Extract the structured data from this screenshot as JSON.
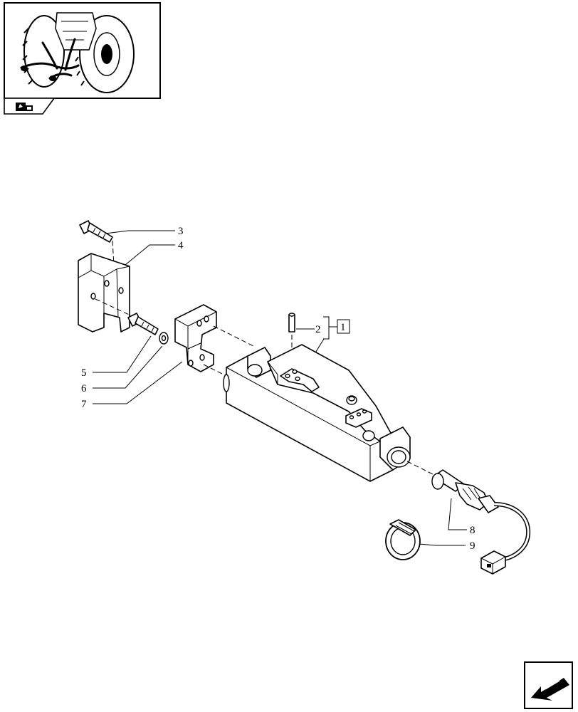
{
  "icons": {
    "thumbnail": "tractor-rear-wheel-thumbnail-icon",
    "section_tab": "tractor-section-icon",
    "next_page": "next-page-arrow-icon"
  },
  "callouts": {
    "c2": "2",
    "c3": "3",
    "c4": "4",
    "c5": "5",
    "c6": "6",
    "c7": "7",
    "c8": "8",
    "c9": "9",
    "box1": "1"
  }
}
